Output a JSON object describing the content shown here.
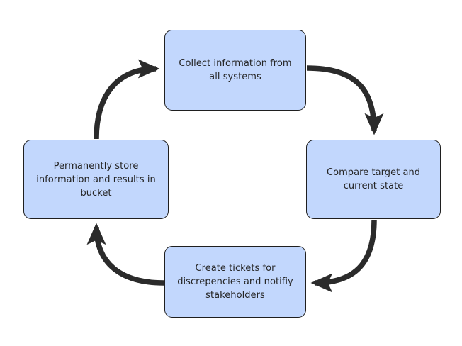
{
  "diagram": {
    "type": "cycle-flowchart",
    "title": "",
    "background_color": "#ffffff",
    "node_fill_color": "#c2d7fd",
    "node_border_color": "#1f1f1f",
    "text_color": "#252525",
    "arrow_color": "#2b2b2b",
    "nodes": [
      {
        "id": "collect",
        "label": "Collect information from all systems",
        "position": "top"
      },
      {
        "id": "compare",
        "label": "Compare target and current state",
        "position": "right"
      },
      {
        "id": "tickets",
        "label": "Create tickets for discrepencies and notifiy stakeholders",
        "position": "bottom"
      },
      {
        "id": "store",
        "label": "Permanently store information and results in bucket",
        "position": "left"
      }
    ],
    "edges": [
      {
        "id": "collect-to-compare",
        "from": "collect",
        "to": "compare",
        "label": "",
        "arrowhead": "filled-triangle"
      },
      {
        "id": "compare-to-tickets",
        "from": "compare",
        "to": "tickets",
        "label": "",
        "arrowhead": "filled-triangle"
      },
      {
        "id": "tickets-to-store",
        "from": "tickets",
        "to": "store",
        "label": "",
        "arrowhead": "filled-triangle"
      },
      {
        "id": "store-to-collect",
        "from": "store",
        "to": "collect",
        "label": "",
        "arrowhead": "filled-triangle"
      }
    ]
  }
}
